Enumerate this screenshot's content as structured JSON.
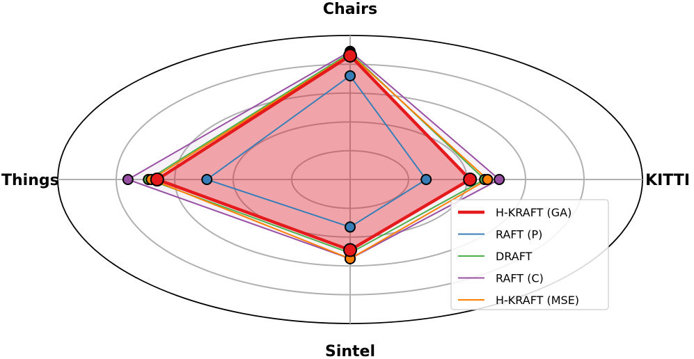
{
  "chart_data": {
    "type": "radar",
    "axes": [
      "Chairs",
      "KITTI",
      "Sintel",
      "Things"
    ],
    "rmax": 1.0,
    "rings": [
      0.2,
      0.4,
      0.6,
      0.8,
      1.0
    ],
    "grid": true,
    "legend_position": "bottom-right",
    "series": [
      {
        "name": "H-KRAFT (GA)",
        "color": "#e41a1c",
        "values": [
          0.86,
          0.41,
          0.49,
          0.66
        ],
        "line_width": 4.5,
        "marker_r": 9,
        "fill": true
      },
      {
        "name": "RAFT (P)",
        "color": "#377eb8",
        "values": [
          0.72,
          0.26,
          0.33,
          0.49
        ],
        "line_width": 2,
        "marker_r": 7,
        "fill": false
      },
      {
        "name": "DRAFT",
        "color": "#4daf4a",
        "values": [
          0.88,
          0.46,
          0.51,
          0.69
        ],
        "line_width": 2,
        "marker_r": 7,
        "fill": false
      },
      {
        "name": "RAFT (C)",
        "color": "#984ea3",
        "values": [
          0.89,
          0.51,
          0.55,
          0.76
        ],
        "line_width": 2,
        "marker_r": 7,
        "fill": true
      },
      {
        "name": "H-KRAFT (MSE)",
        "color": "#ff7f00",
        "values": [
          0.87,
          0.47,
          0.55,
          0.68
        ],
        "line_width": 2,
        "marker_r": 7,
        "fill": false
      }
    ]
  }
}
